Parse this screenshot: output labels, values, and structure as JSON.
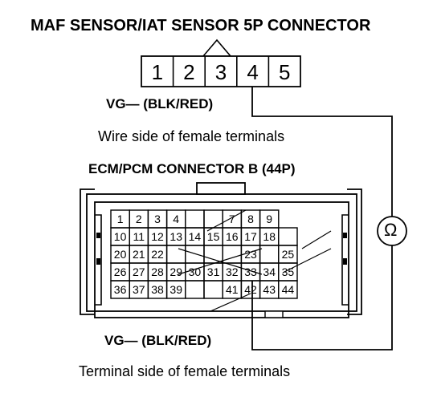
{
  "titles": {
    "maf_connector": "MAF SENSOR/IAT SENSOR 5P CONNECTOR",
    "wire_side": "Wire side of female terminals",
    "ecm_connector": "ECM/PCM CONNECTOR B (44P)",
    "terminal_side": "Terminal side of female terminals"
  },
  "wire_labels": {
    "top": "VG— (BLK/RED)",
    "bottom": "VG— (BLK/RED)"
  },
  "meter_symbol": "Ω",
  "maf_pins": [
    "1",
    "2",
    "3",
    "4",
    "5"
  ],
  "ecm_rows": [
    [
      "1",
      "2",
      "3",
      "4",
      "",
      "",
      "7",
      "8",
      "9"
    ],
    [
      "10",
      "11",
      "12",
      "13",
      "14",
      "15",
      "16",
      "17",
      "18",
      ""
    ],
    [
      "20",
      "21",
      "22",
      "",
      "",
      "",
      "",
      "23",
      "",
      "25"
    ],
    [
      "26",
      "27",
      "28",
      "29",
      "30",
      "31",
      "32",
      "33",
      "34",
      "35"
    ],
    [
      "36",
      "37",
      "38",
      "39",
      "",
      "",
      "41",
      "42",
      "43",
      "44"
    ]
  ]
}
